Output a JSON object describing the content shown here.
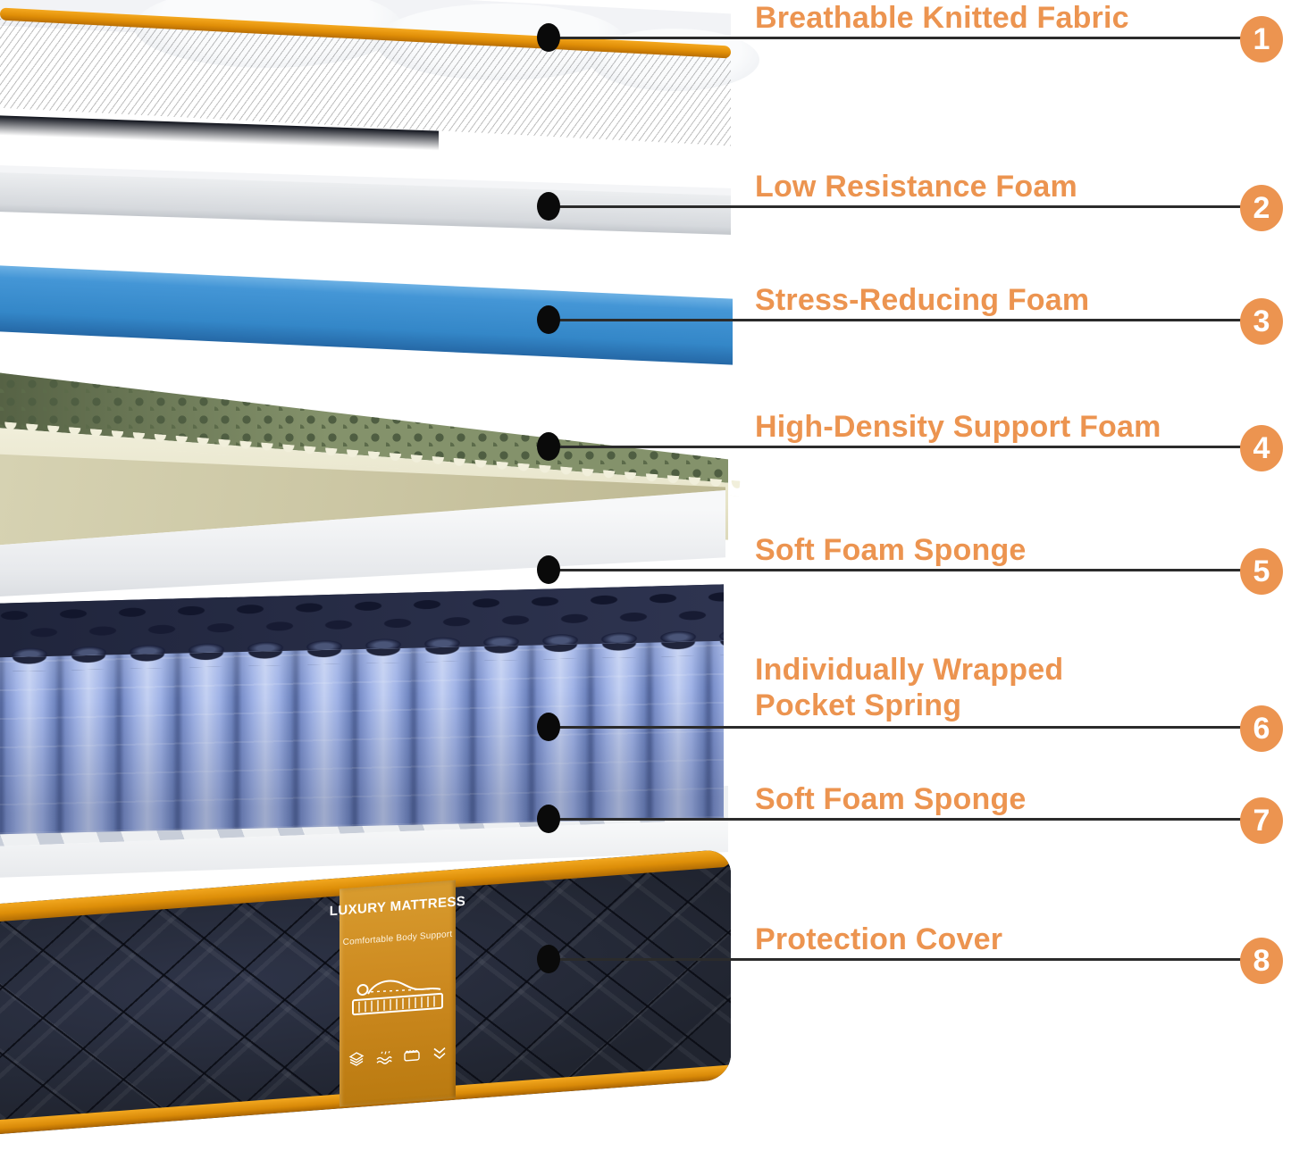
{
  "title": "Mattress construction exploded-layer diagram",
  "colors": {
    "accent_orange": "#EC9450",
    "callout_line": "#2B2B2B",
    "piping_orange": "#E8920E",
    "fabric_navy": "#232838",
    "foam_blue": "#3F93D4",
    "egg_crate_olive": "#84926B",
    "egg_crate_cream": "#EFEDD8",
    "slab_khaki": "#CBC6A3",
    "spring_blue": "#8FA5DC",
    "spring_top_navy": "#262B44",
    "foam_gray": "#E2E5E8",
    "foam_white": "#F2F3F5",
    "tag_orange": "#CE8A20"
  },
  "layers": [
    {
      "num": "1",
      "label": "Breathable Knitted Fabric"
    },
    {
      "num": "2",
      "label": "Low Resistance Foam"
    },
    {
      "num": "3",
      "label": "Stress-Reducing Foam"
    },
    {
      "num": "4",
      "label": "High-Density Support Foam"
    },
    {
      "num": "5",
      "label": "Soft Foam Sponge"
    },
    {
      "num": "6",
      "label": "Individually Wrapped\nPocket Spring"
    },
    {
      "num": "7",
      "label": "Soft Foam Sponge"
    },
    {
      "num": "8",
      "label": "Protection Cover"
    }
  ],
  "tag": {
    "brand": "LUXURY MATTRESS",
    "tagline": "Comfortable Body Support",
    "icons": [
      "mattress-layers-icon",
      "breathability-icon",
      "comfort-mattress-icon",
      "quality-check-icon"
    ]
  }
}
